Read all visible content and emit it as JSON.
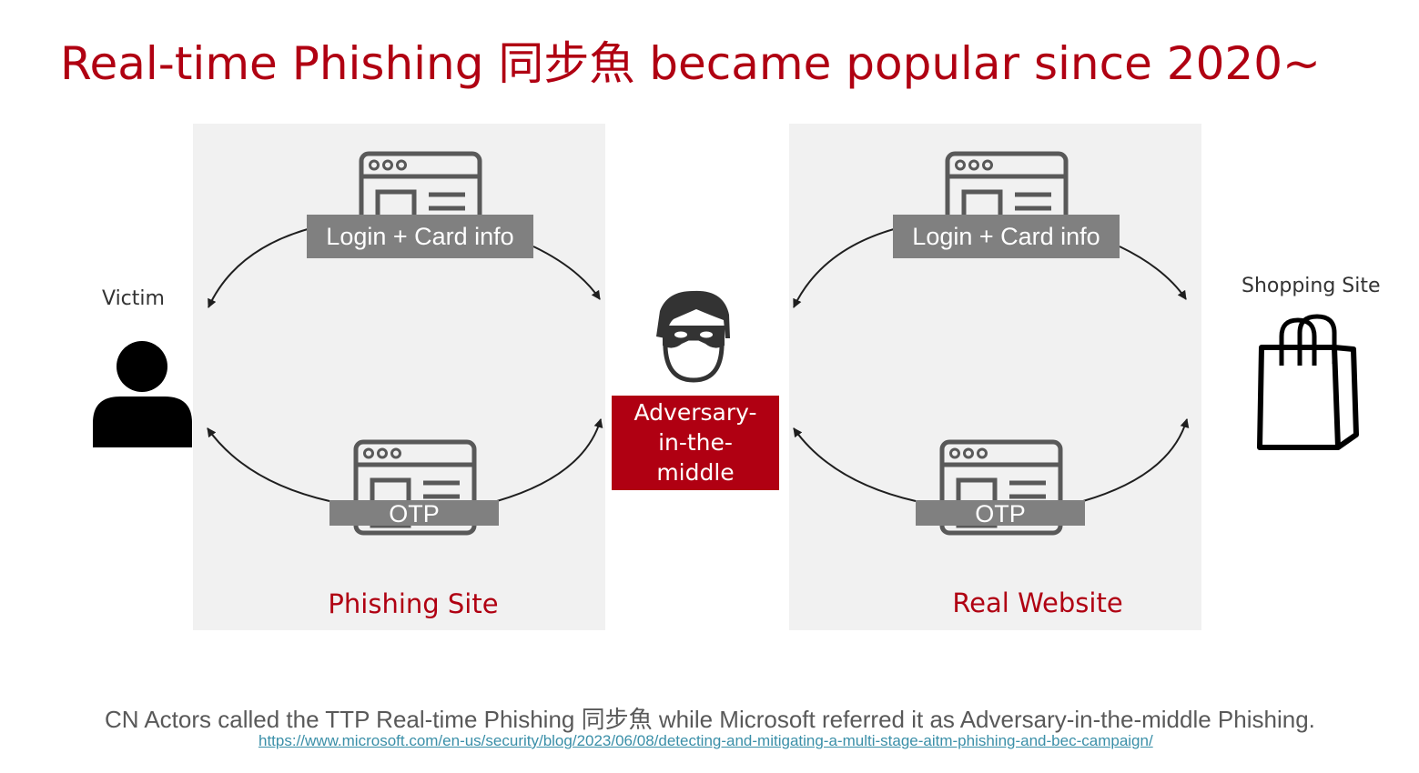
{
  "title": "Real-time Phishing 同步魚 became popular since 2020~",
  "left_panel": {
    "login_label": "Login + Card info",
    "otp_label": "OTP",
    "site_label": "Phishing Site"
  },
  "right_panel": {
    "login_label": "Login + Card info",
    "otp_label": "OTP",
    "site_label": "Real Website"
  },
  "victim_label": "Victim",
  "shopping_label": "Shopping Site",
  "aitm_label_lines": [
    "Adversary-",
    "in-the-",
    "middle"
  ],
  "footer": {
    "text": "CN Actors called the TTP Real-time Phishing 同步魚 while Microsoft referred it as Adversary-in-the-middle Phishing.",
    "link": "https://www.microsoft.com/en-us/security/blog/2023/06/08/detecting-and-mitigating-a-multi-stage-aitm-phishing-and-bec-campaign/"
  },
  "colors": {
    "accent": "#b00012",
    "panel": "#f1f1f1",
    "label_gray": "#808080"
  },
  "icons": [
    "browser-window-icon",
    "person-icon",
    "hacker-mask-icon",
    "shopping-bag-icon"
  ]
}
